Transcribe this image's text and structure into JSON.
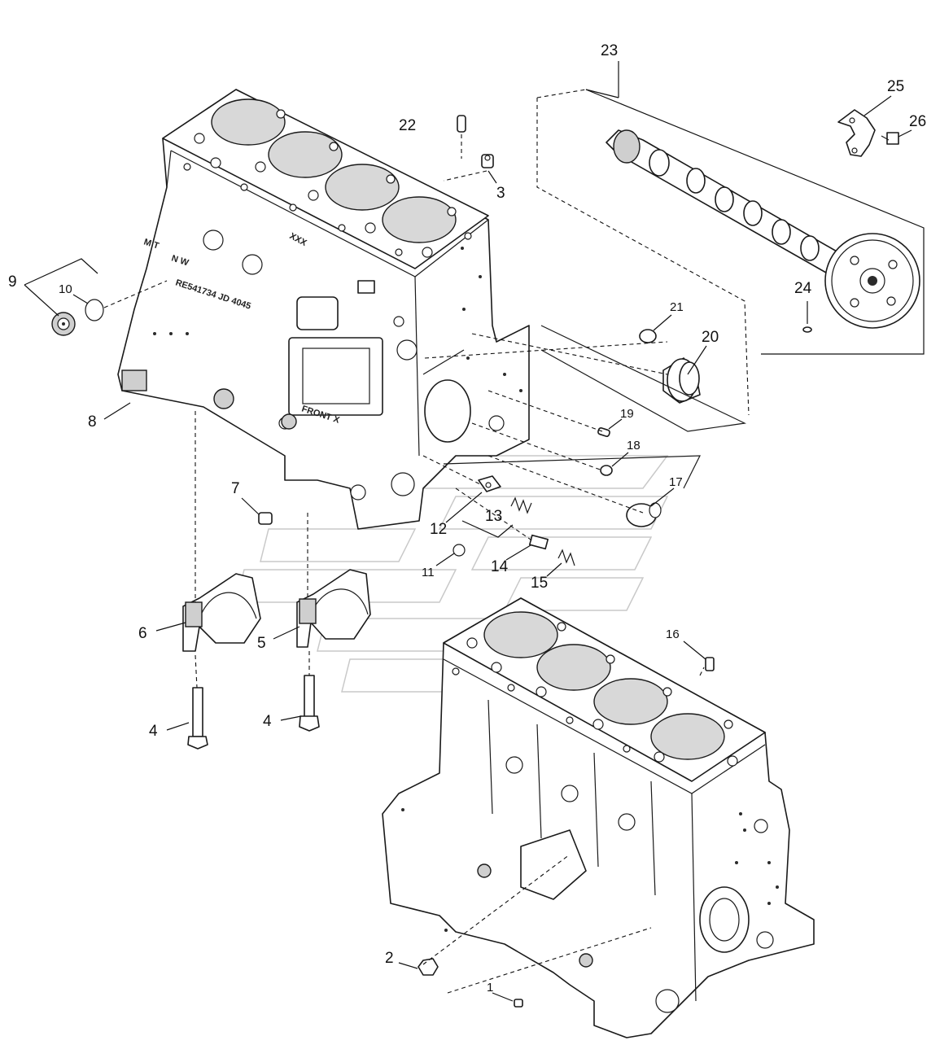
{
  "callouts": {
    "c1": "1",
    "c2": "2",
    "c3": "3",
    "c4a": "4",
    "c4b": "4",
    "c5": "5",
    "c6": "6",
    "c7": "7",
    "c8": "8",
    "c9": "9",
    "c10": "10",
    "c11": "11",
    "c12": "12",
    "c13": "13",
    "c14": "14",
    "c15": "15",
    "c16": "16",
    "c17": "17",
    "c18": "18",
    "c19": "19",
    "c20": "20",
    "c21": "21",
    "c22": "22",
    "c23": "23",
    "c24": "24",
    "c25": "25",
    "c26": "26"
  },
  "block_markings": {
    "top": "XXX",
    "mt": "M T",
    "nw": "N W",
    "part_no": "RE541734 JD 4045",
    "front": "FRONT X"
  }
}
